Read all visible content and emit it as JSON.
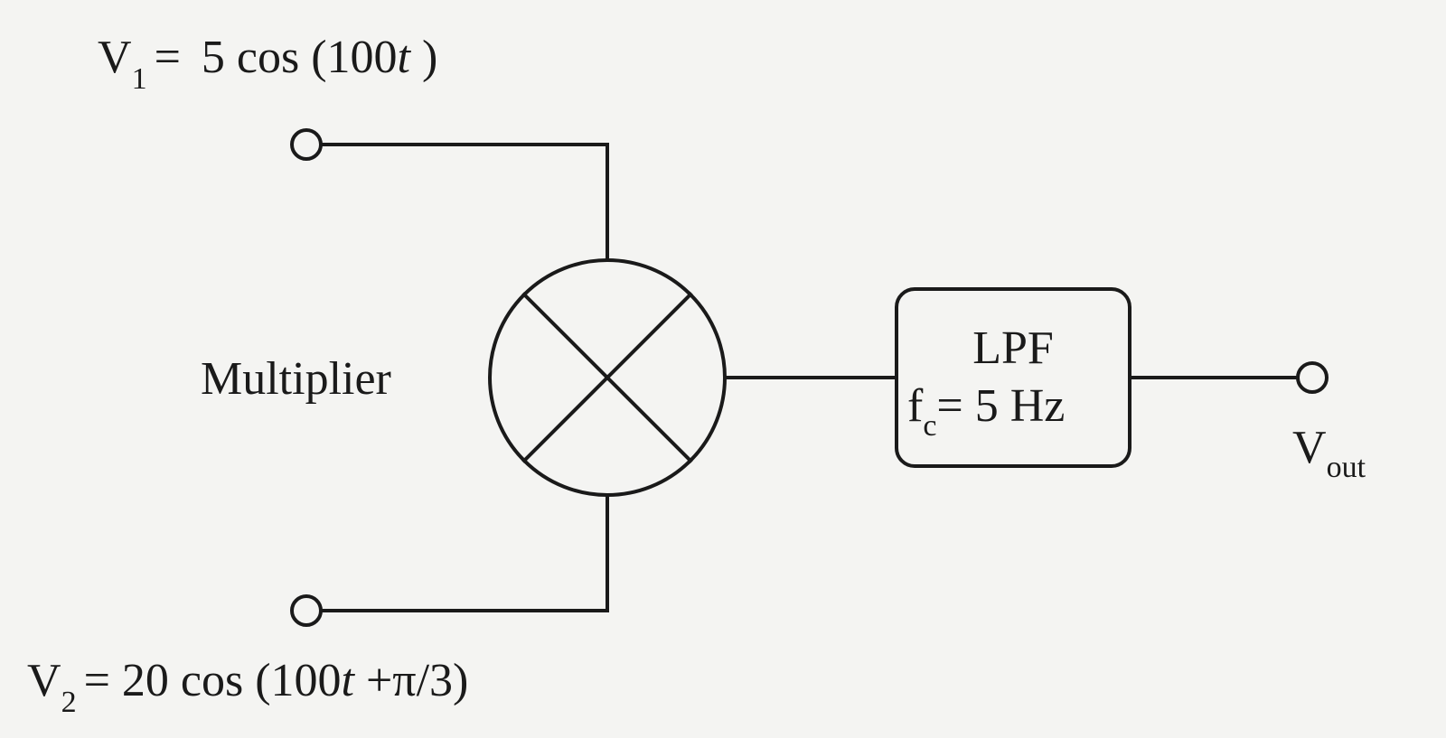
{
  "inputs": {
    "v1": {
      "symbol": "V",
      "subscript": "1",
      "equals": "= ",
      "expr_prefix": "5 cos (100",
      "var": "t",
      "expr_suffix": " )"
    },
    "v2": {
      "symbol": "V",
      "subscript": "2",
      "equals": "= ",
      "expr_prefix": "20 cos (100",
      "var": "t",
      "expr_suffix": " +π/3)"
    }
  },
  "multiplier": {
    "label": "Multiplier"
  },
  "lpf": {
    "title": "LPF",
    "fc_symbol": "f",
    "fc_subscript": "c",
    "fc_value": "= 5 Hz"
  },
  "output": {
    "symbol": "V",
    "subscript": "out"
  }
}
